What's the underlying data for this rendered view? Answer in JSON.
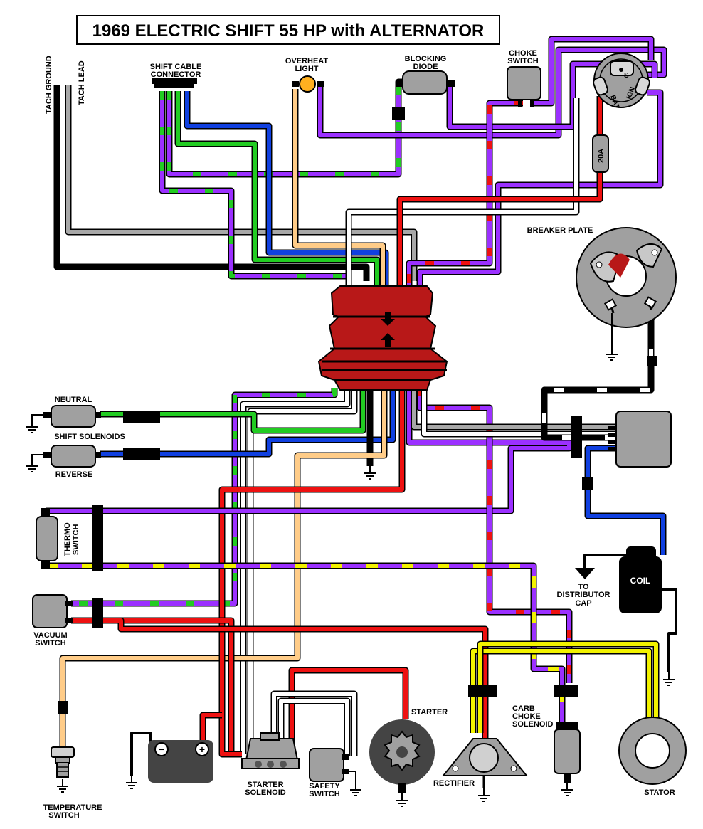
{
  "title": "1969  ELECTRIC SHIFT 55 HP with ALTERNATOR",
  "labels": {
    "tach_ground": "TACH GROUND",
    "tach_lead": "TACH LEAD",
    "shift_cable_1": "SHIFT CABLE",
    "shift_cable_2": "CONNECTOR",
    "overheat_1": "OVERHEAT",
    "overheat_2": "LIGHT",
    "blocking_1": "BLOCKING",
    "blocking_2": "DIODE",
    "choke_sw_1": "CHOKE",
    "choke_sw_2": "SWITCH",
    "breaker_plate": "BREAKER PLATE",
    "neutral": "NEUTRAL",
    "shift_solenoids": "SHIFT SOLENOIDS",
    "reverse": "REVERSE",
    "thermo_1": "THERMO",
    "thermo_2": "SWITCH",
    "vacuum_1": "VACUUM",
    "vacuum_2": "SWITCH",
    "to_dist_1": "TO",
    "to_dist_2": "DISTRIBUTOR",
    "to_dist_3": "CAP",
    "coil": "COIL",
    "carb_1": "CARB",
    "carb_2": "CHOKE",
    "carb_3": "SOLENOID",
    "starter": "STARTER",
    "rectifier": "RECTIFIER",
    "stator": "STATOR",
    "starter_sol_1": "STARTER",
    "starter_sol_2": "SOLENOID",
    "safety_1": "SAFETY",
    "safety_2": "SWITCH",
    "temp_1": "TEMPERATURE",
    "temp_2": "SWITCH",
    "fuse": "20A",
    "key_s": "S",
    "key_bat": "BAT",
    "key_ign": "IGN",
    "bat_minus": "−",
    "bat_plus": "+"
  },
  "wire_colors": {
    "purple": "#9b30ff",
    "green": "#22cc22",
    "blue": "#1040e0",
    "red": "#ee1111",
    "yellow": "#f2f200",
    "tan": "#ffcc88",
    "gray": "#a8a8a8",
    "black": "#000000",
    "white": "#ffffff"
  },
  "component_colors": {
    "module": "#b81818",
    "component_gray": "#a0a0a0",
    "light": "#ffb020"
  }
}
